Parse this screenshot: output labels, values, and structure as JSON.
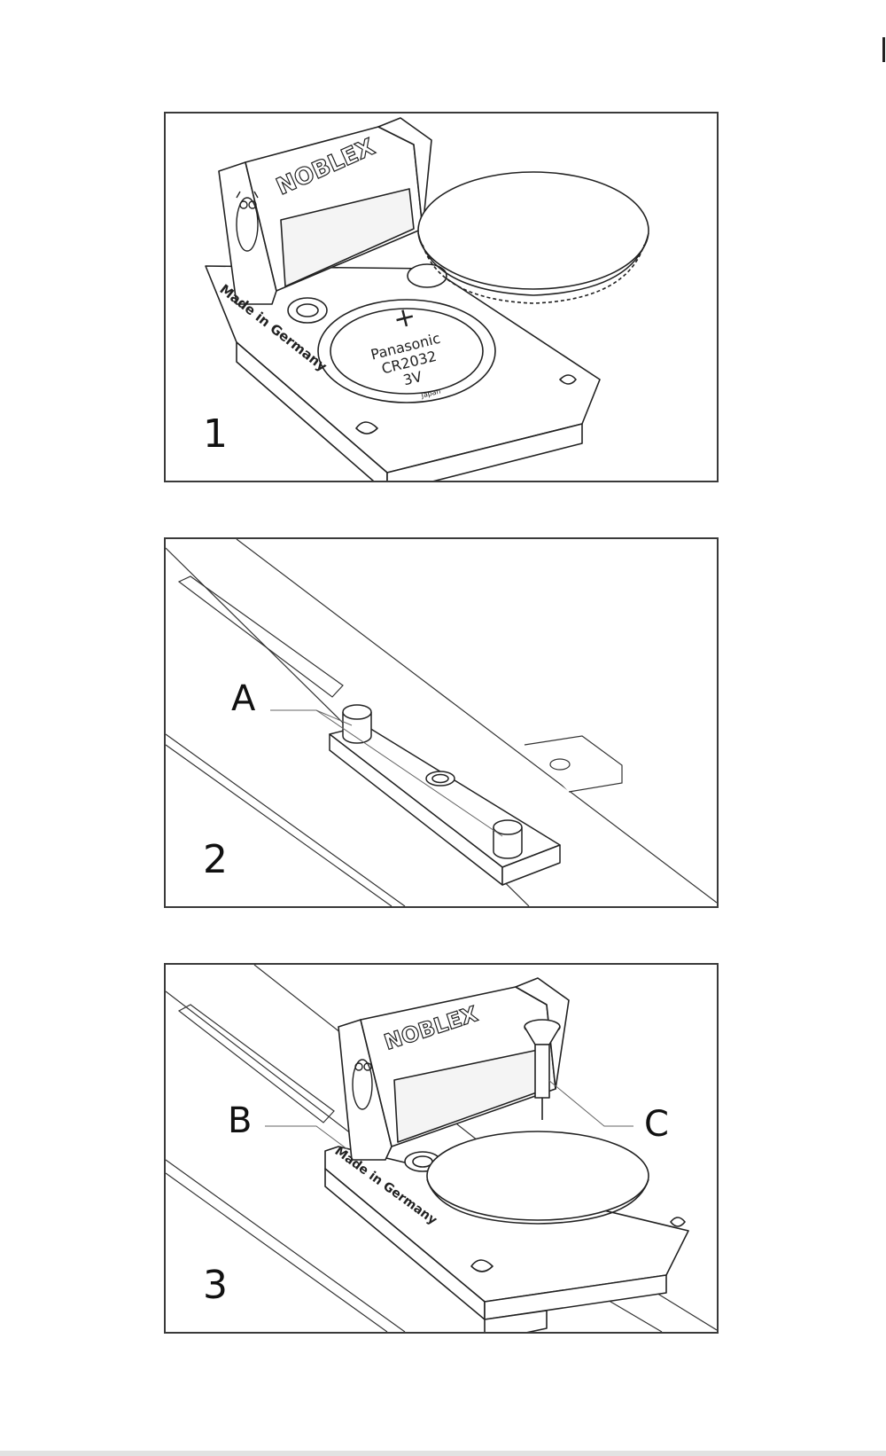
{
  "steps": [
    {
      "number": "1",
      "engraving": {
        "brand": "NOBLEX",
        "origin": "Made in Germany"
      },
      "battery": {
        "cross": "+",
        "maker": "Panasonic",
        "model": "CR2032",
        "voltage": "3V",
        "country": "Japan"
      }
    },
    {
      "number": "2",
      "callout": "A"
    },
    {
      "number": "3",
      "engraving": {
        "brand": "NOBLEX",
        "origin": "Made in Germany"
      },
      "callouts": [
        "B",
        "C"
      ]
    }
  ]
}
